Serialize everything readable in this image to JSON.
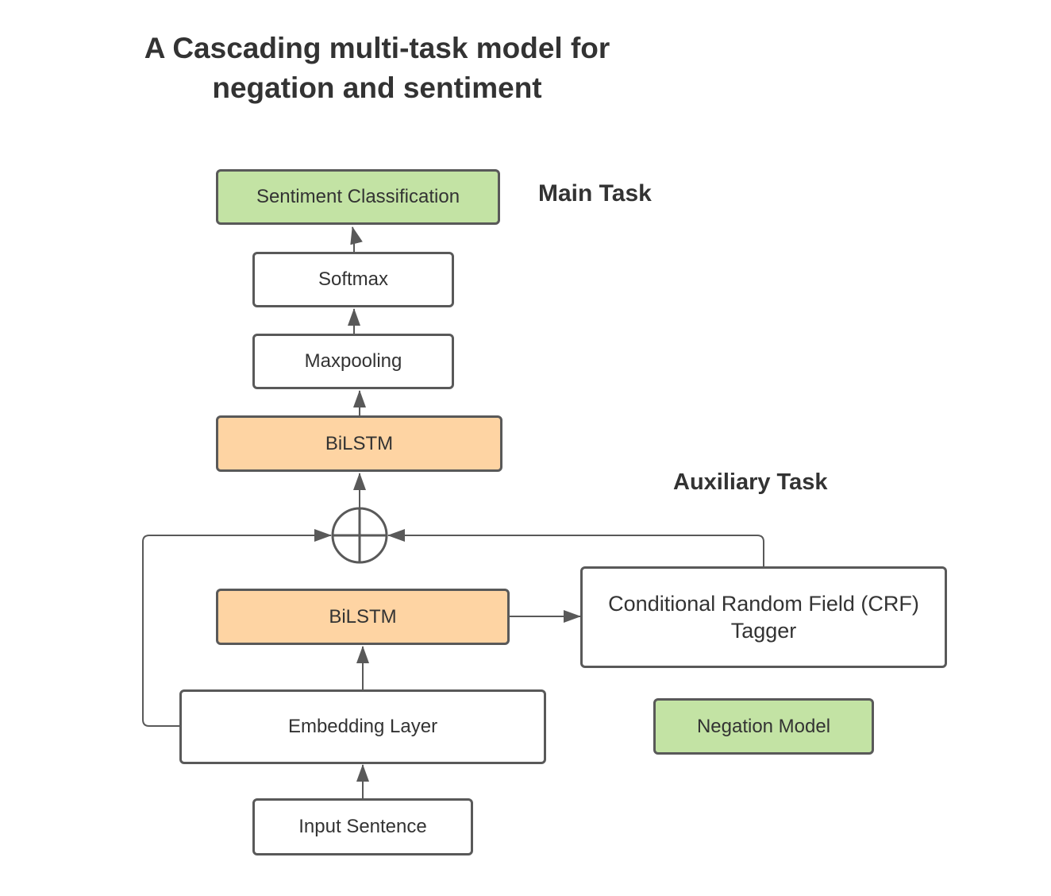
{
  "title": {
    "line1": "A Cascading multi-task model for",
    "line2": "negation and sentiment"
  },
  "labels": {
    "main_task": "Main Task",
    "auxiliary_task": "Auxiliary Task"
  },
  "nodes": {
    "sentiment_classification": "Sentiment Classification",
    "softmax": "Softmax",
    "maxpooling": "Maxpooling",
    "bilstm_main": "BiLSTM",
    "bilstm_aux": "BiLSTM",
    "crf_tagger_line1": "Conditional Random Field (CRF)",
    "crf_tagger_line2": "Tagger",
    "embedding_layer": "Embedding Layer",
    "negation_model": "Negation Model",
    "input_sentence": "Input Sentence"
  },
  "operator": "concatenation-circle-plus",
  "colors": {
    "task_output_fill": "#c3e3a4",
    "bilstm_fill": "#fed4a3",
    "box_border": "#595959",
    "text": "#333333"
  }
}
